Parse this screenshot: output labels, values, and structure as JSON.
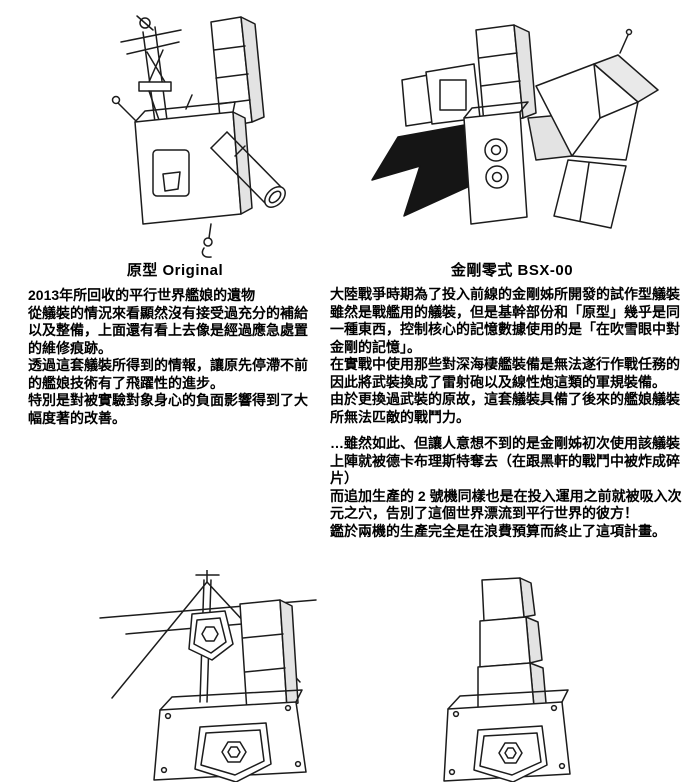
{
  "page": {
    "background": "#ffffff",
    "text_color": "#000000",
    "line_art_color": "#1c1c1c",
    "shade_color": "#e3e3e3"
  },
  "sections": {
    "original": {
      "caption": "原型 Original",
      "paragraphs": [
        "2013年所回收的平行世界艦娘的遺物",
        "從艤裝的情況來看顯然沒有接受過充分的補給以及整備，上面還有看上去像是經過應急處置的維修痕跡。",
        "透過這套艤裝所得到的情報，讓原先停滯不前的艦娘技術有了飛躍性的進步。",
        "特別是對被實驗對象身心的負面影響得到了大幅度著的改善。"
      ]
    },
    "bsx00": {
      "caption": "金剛零式 BSX-00",
      "paragraphs": [
        "大陸戰爭時期為了投入前線的金剛姊所開發的試作型艤裝",
        "雖然是戰艦用的艤裝，但是基幹部份和「原型」幾乎是同一種東西，控制核心的記憶數據使用的是「在吹雪眼中對金剛的記憶」。",
        "在實戰中使用那些對深海棲艦裝備是無法遂行作戰任務的",
        "因此將武裝換成了雷射砲以及線性炮這類的軍規裝備。",
        "由於更換過武裝的原故，這套艤裝具備了後來的艦娘艤裝所無法匹敵的戰鬥力。",
        "…雖然如此、但讓人意想不到的是金剛姊初次使用該艤裝上陣就被德卡布理斯特奪去（在跟黑軒的戰鬥中被炸成碎片）",
        "而追加生產的 2 號機同樣也是在投入運用之前就被吸入次元之穴，告別了這個世界漂流到平行世界的彼方！",
        "鑑於兩機的生產完全是在浪費預算而終止了這項計畫。"
      ]
    }
  },
  "figures": {
    "original_alt": "original rigging line art",
    "bsx00_alt": "BSX-00 rigging line art",
    "mast_alt": "mast rigging line art",
    "tower_alt": "tower rigging line art"
  }
}
